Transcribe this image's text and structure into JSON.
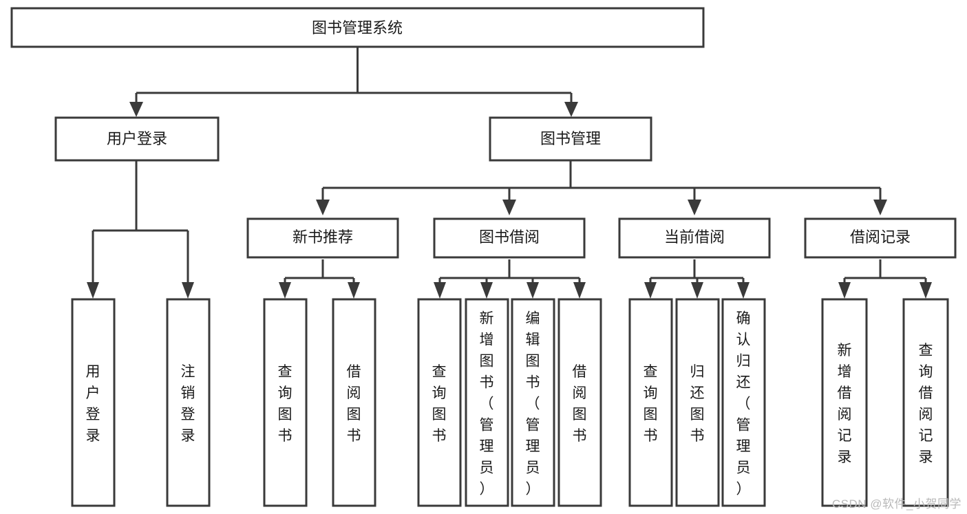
{
  "diagram": {
    "type": "tree-hierarchy-flowchart",
    "title_text": "图书管理系统",
    "background_color": "#ffffff",
    "box_stroke_color": "#3a3a3a",
    "box_fill_color": "#ffffff",
    "text_color": "#1a1a1a",
    "root": {
      "id": "root",
      "label": "图书管理系统",
      "orientation": "horizontal"
    },
    "level2": [
      {
        "id": "user-login",
        "label": "用户登录",
        "orientation": "horizontal"
      },
      {
        "id": "book-manage",
        "label": "图书管理",
        "orientation": "horizontal"
      }
    ],
    "level3": [
      {
        "id": "new-book-recommend",
        "label": "新书推荐",
        "orientation": "horizontal",
        "parent": "book-manage"
      },
      {
        "id": "book-borrow",
        "label": "图书借阅",
        "orientation": "horizontal",
        "parent": "book-manage"
      },
      {
        "id": "current-borrow",
        "label": "当前借阅",
        "orientation": "horizontal",
        "parent": "book-manage"
      },
      {
        "id": "borrow-record",
        "label": "借阅记录",
        "orientation": "horizontal",
        "parent": "book-manage"
      }
    ],
    "leaves": {
      "user-login": [
        {
          "id": "leaf-user-login",
          "label": "用户登录",
          "orientation": "vertical"
        },
        {
          "id": "leaf-logout-login",
          "label": "注销登录",
          "orientation": "vertical"
        }
      ],
      "new-book-recommend": [
        {
          "id": "leaf-query-book-1",
          "label": "查询图书",
          "orientation": "vertical"
        },
        {
          "id": "leaf-borrow-book-1",
          "label": "借阅图书",
          "orientation": "vertical"
        }
      ],
      "book-borrow": [
        {
          "id": "leaf-query-book-2",
          "label": "查询图书",
          "orientation": "vertical"
        },
        {
          "id": "leaf-add-book",
          "label": "新增图书（管理员）",
          "orientation": "vertical"
        },
        {
          "id": "leaf-edit-book",
          "label": "编辑图书（管理员）",
          "orientation": "vertical"
        },
        {
          "id": "leaf-borrow-book-2",
          "label": "借阅图书",
          "orientation": "vertical"
        }
      ],
      "current-borrow": [
        {
          "id": "leaf-query-book-3",
          "label": "查询图书",
          "orientation": "vertical"
        },
        {
          "id": "leaf-return-book",
          "label": "归还图书",
          "orientation": "vertical"
        },
        {
          "id": "leaf-confirm-return",
          "label": "确认归还（管理员）",
          "orientation": "vertical"
        }
      ],
      "borrow-record": [
        {
          "id": "leaf-add-record",
          "label": "新增借阅记录",
          "orientation": "vertical"
        },
        {
          "id": "leaf-query-record",
          "label": "查询借阅记录",
          "orientation": "vertical"
        }
      ]
    }
  },
  "watermark": {
    "text": "CSDN @软件_小贺同学",
    "color": "#b9b9b9"
  }
}
